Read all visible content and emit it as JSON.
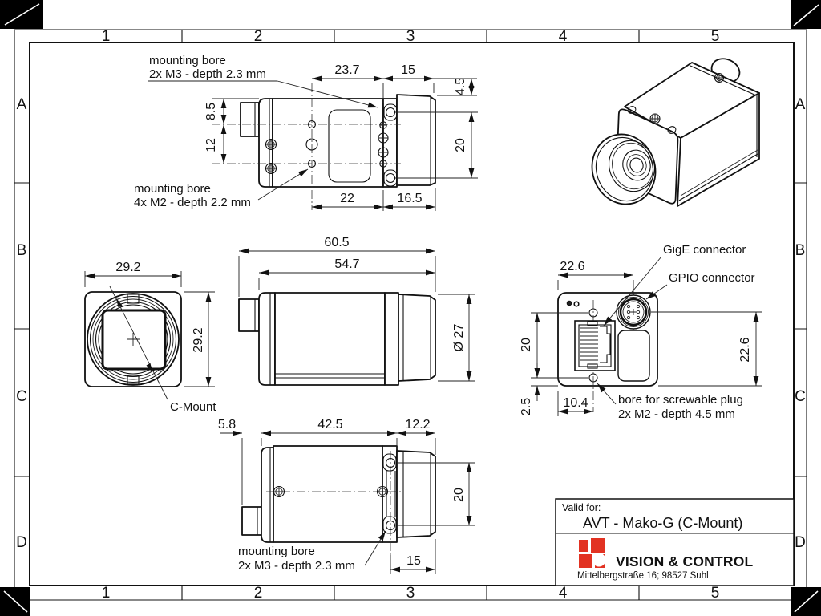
{
  "sheet": {
    "cols": [
      "1",
      "2",
      "3",
      "4",
      "5"
    ],
    "rows": [
      "A",
      "B",
      "C",
      "D"
    ]
  },
  "top_view": {
    "m3_label_1": "mounting bore",
    "m3_label_2": "2x M3 - depth 2.3 mm",
    "m2_label_1": "mounting bore",
    "m2_label_2": "4x M2 - depth 2.2 mm",
    "dim_front": "23.7",
    "dim_back": "15",
    "dim_lens_top": "4.5",
    "dim_edge": "8.5",
    "dim_mid": "12",
    "dim_bores": "20",
    "dim_bottom_front": "22",
    "dim_bottom_back": "16.5"
  },
  "front_view": {
    "dim_width": "29.2",
    "dim_height": "29.2",
    "mount_label": "C-Mount"
  },
  "side_view": {
    "dim_total": "60.5",
    "dim_body": "54.7",
    "dim_lens_dia": "Ø 27"
  },
  "back_view": {
    "gige_label": "GigE connector",
    "gpio_label": "GPIO connector",
    "dim_gpio_x": "22.6",
    "dim_bores": "20",
    "dim_bore_edge": "2.5",
    "dim_bore_x": "10.4",
    "dim_gpio_y": "22.6",
    "plug_label_1": "bore for screwable plug",
    "plug_label_2": "2x M2 - depth 4.5 mm"
  },
  "bottom_view": {
    "dim_stub": "5.8",
    "dim_body": "42.5",
    "dim_lens": "12.2",
    "dim_bores": "20",
    "dim_back": "15",
    "m3_label_1": "mounting bore",
    "m3_label_2": "2x M3 - depth 2.3 mm"
  },
  "title_block": {
    "valid_for": "Valid for:",
    "product": "AVT - Mako-G (C-Mount)",
    "company": "VISION & CONTROL",
    "address": "Mittelbergstraße 16; 98527 Suhl"
  },
  "colors": {
    "logo_red": "#e23222",
    "line": "#111111",
    "white": "#ffffff"
  }
}
